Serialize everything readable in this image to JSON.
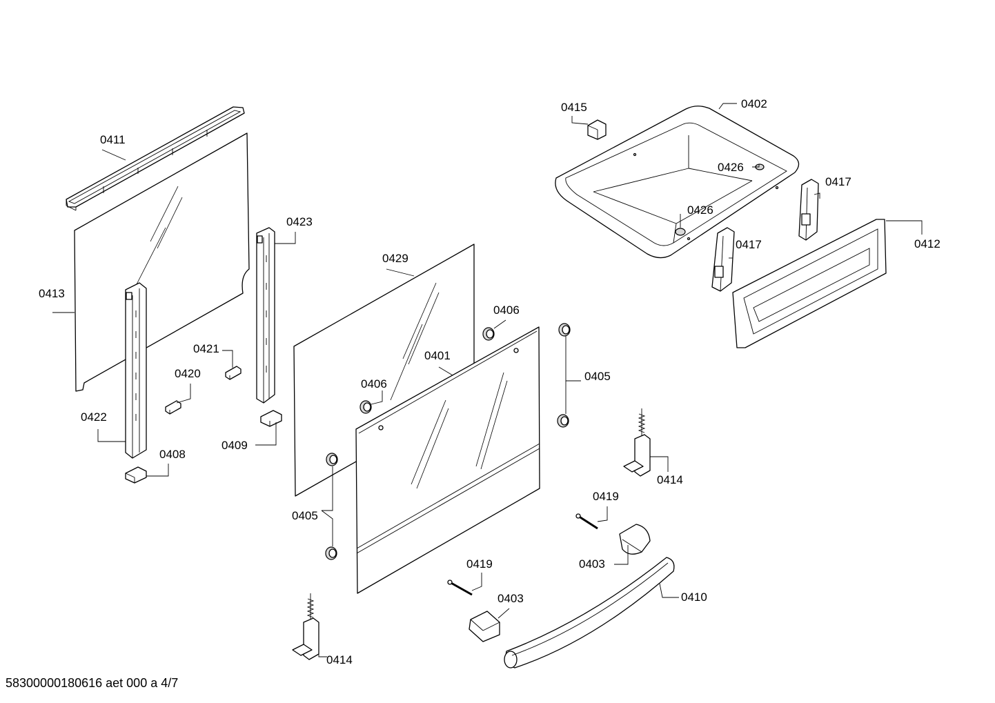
{
  "labels": {
    "p0411": "0411",
    "p0413": "0413",
    "p0422": "0422",
    "p0408": "0408",
    "p0423": "0423",
    "p0421": "0421",
    "p0420": "0420",
    "p0409": "0409",
    "p0429": "0429",
    "p0406a": "0406",
    "p0406b": "0406",
    "p0401": "0401",
    "p0405a": "0405",
    "p0405b": "0405",
    "p0415": "0415",
    "p0402": "0402",
    "p0426a": "0426",
    "p0426b": "0426",
    "p0417a": "0417",
    "p0417b": "0417",
    "p0412": "0412",
    "p0414a": "0414",
    "p0414b": "0414",
    "p0419a": "0419",
    "p0419b": "0419",
    "p0403a": "0403",
    "p0403b": "0403",
    "p0410": "0410"
  },
  "footer": "58300000180616 aet 000 a 4/7"
}
